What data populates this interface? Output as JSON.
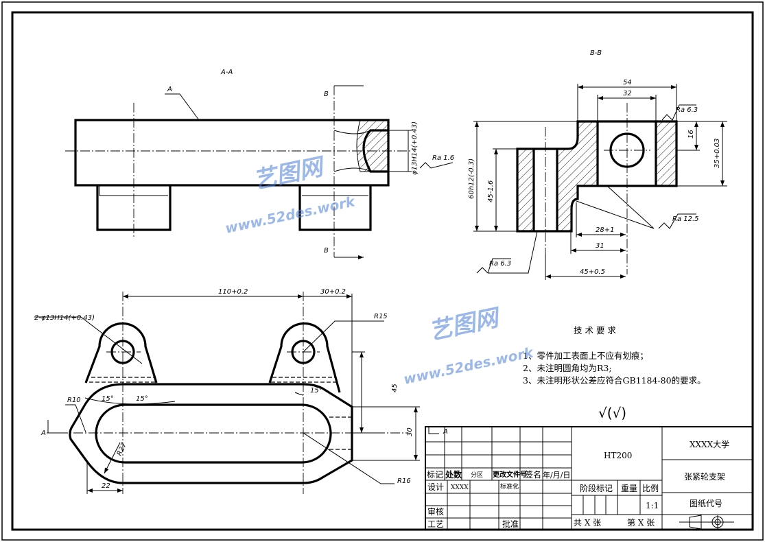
{
  "views": {
    "section_aa": {
      "label": "A-A",
      "leader_a": "A",
      "cut_b_top": "B",
      "cut_b_bottom": "B",
      "hole_dim": "φ13H14(+0.43)",
      "roughness": "Ra 1.6"
    },
    "section_bb": {
      "label": "B-B",
      "dims": {
        "d54": "54",
        "d32": "32",
        "d16": "16",
        "d35": "35+0.03",
        "d60": "60h12(-0.3)",
        "d45v": "45-1.6",
        "d28": "28+1",
        "d31": "31",
        "d45h": "45+0.5"
      },
      "roughness": {
        "top": "Ra 6.3",
        "mid": "Ra 12.5",
        "bottom": "Ra 6.3"
      }
    },
    "top_view": {
      "dims": {
        "d110": "110+0.2",
        "d30top": "30+0.2",
        "holes": "2-φ13H14(+0.43)",
        "r15": "R15",
        "r10": "R10",
        "r27": "R27",
        "r16": "R16",
        "a15a": "15°",
        "a15b": "15°",
        "a15c": "15°",
        "d45": "45",
        "d30": "30",
        "d22": "22"
      },
      "section_mark": "A"
    }
  },
  "tech_requirements": {
    "title": "技 术 要 求",
    "items": [
      "1、零件加工表面上不应有划痕；",
      "2、未注明圆角均为R3;",
      "3、未注明形状公差应符合GB1184-80的要求。"
    ],
    "roughness_note": "√(√)"
  },
  "title_block": {
    "headers": {
      "mark": "标记",
      "count": "处数",
      "zone": "分区",
      "change_doc": "更改文件号",
      "sign": "签名",
      "date": "年/月/日"
    },
    "design": "设计",
    "designer": "XXXX",
    "standard": "标准化",
    "review": "审核",
    "process": "工艺",
    "approve": "批准",
    "material": "HT200",
    "stage": "阶段标记",
    "weight": "重量",
    "scale_label": "比例",
    "scale": "1:1",
    "sheets_total": "共 X 张",
    "sheet_no": "第 X 张",
    "school": "XXXX大学",
    "part_name": "张紧轮支架",
    "drawing_no": "图纸代号",
    "corner_mark": "A"
  },
  "watermark": {
    "name": "艺图网",
    "url": "www.52des.work"
  }
}
